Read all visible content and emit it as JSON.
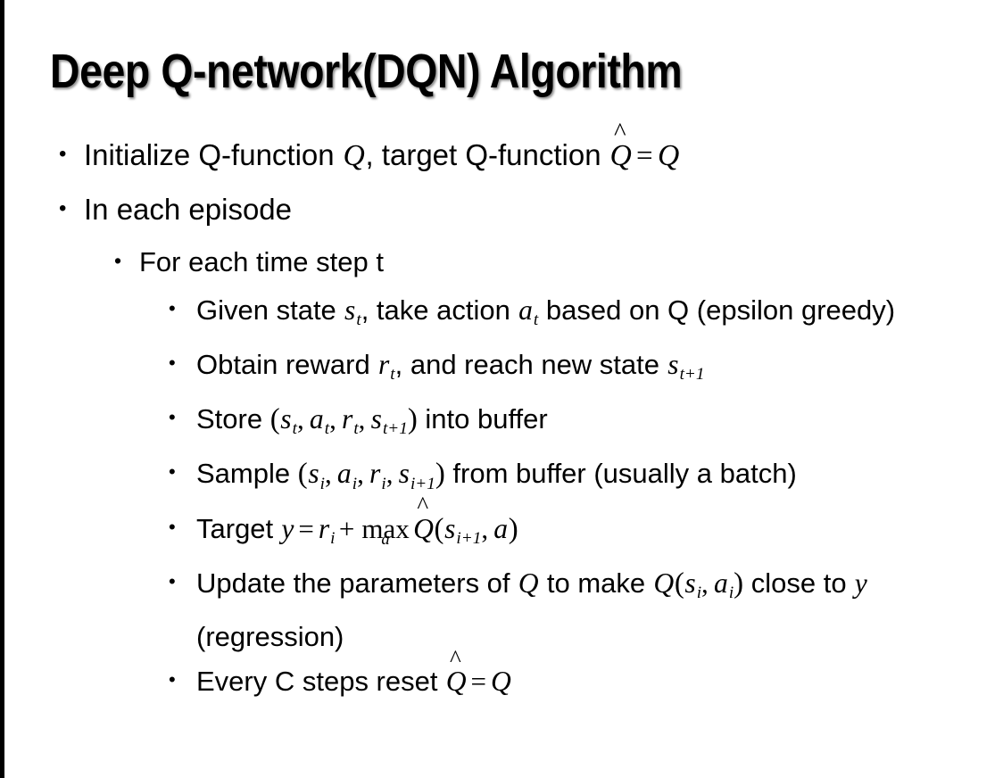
{
  "slide": {
    "title": "Deep Q-network(DQN) Algorithm",
    "bullet_glyph": "•",
    "background_color": "#ffffff",
    "text_color": "#000000",
    "edge_bar_color": "#000000"
  },
  "content": {
    "l1_initialize": {
      "text_1": "Initialize Q-function ",
      "var_Q1": "Q",
      "text_2": ", target Q-function ",
      "var_Qhat": "Q",
      "hat": "^",
      "eq": "=",
      "var_Q2": "Q",
      "full_text": "Initialize Q-function Q, target Q-function Q̂ = Q"
    },
    "l1_episode": {
      "text": "In each episode"
    },
    "l2_timestep": {
      "text": "For each time step t"
    },
    "l3_given": {
      "text_1": "Given state ",
      "var_s": "s",
      "sub_s": "t",
      "text_2": ", take action ",
      "var_a": "a",
      "sub_a": "t",
      "text_3": " based on Q (epsilon greedy)",
      "full_text": "Given state sₜ, take action aₜ based on Q (epsilon greedy)"
    },
    "l3_obtain": {
      "text_1": "Obtain reward ",
      "var_r": "r",
      "sub_r": "t",
      "text_2": ", and reach new state ",
      "var_s": "s",
      "sub_s": "t+1",
      "full_text": "Obtain reward rₜ, and reach new state sₜ₊₁"
    },
    "l3_store": {
      "text_1": "Store ",
      "open": "(",
      "v1": "s",
      "v1sub": "t",
      "v2": "a",
      "v2sub": "t",
      "v3": "r",
      "v3sub": "t",
      "v4": "s",
      "v4sub": "t+1",
      "close": ")",
      "text_2": " into buffer",
      "comma": ",",
      "full_text": "Store (sₜ, aₜ, rₜ, sₜ₊₁) into buffer"
    },
    "l3_sample": {
      "text_1": "Sample ",
      "open": "(",
      "v1": "s",
      "v1sub": "i",
      "v2": "a",
      "v2sub": "i",
      "v3": "r",
      "v3sub": "i",
      "v4": "s",
      "v4sub": "i+1",
      "close": ")",
      "text_2": " from buffer (usually a batch)",
      "comma": ",",
      "full_text": "Sample (sᵢ, aᵢ, rᵢ, sᵢ₊₁) from buffer (usually a batch)"
    },
    "l3_target": {
      "text_1": "Target ",
      "var_y": "y",
      "eq": "=",
      "var_r": "r",
      "sub_r": "i",
      "plus": "+",
      "max_op": "max",
      "max_under": "a",
      "var_Qhat": "Q",
      "hat": "^",
      "open": "(",
      "var_s": "s",
      "sub_s": "i+1",
      "comma": ",",
      "var_a": "a",
      "close": ")",
      "full_text": "Target y = rᵢ + maxₐ Q̂(sᵢ₊₁, a)"
    },
    "l3_update": {
      "text_1": "Update the parameters of ",
      "var_Q1": "Q",
      "text_2": " to make ",
      "var_Q2": "Q",
      "open": "(",
      "v1": "s",
      "v1sub": "i",
      "comma": ",",
      "v2": "a",
      "v2sub": "i",
      "close": ")",
      "text_3": " close to ",
      "var_y": "y",
      "text_4": " (regression)",
      "full_text": "Update the parameters of Q to make Q(sᵢ, aᵢ) close to y (regression)"
    },
    "l3_reset": {
      "text_1": "Every C steps reset ",
      "var_Qhat": "Q",
      "hat": "^",
      "eq": "=",
      "var_Q": "Q",
      "full_text": "Every C steps reset Q̂ = Q"
    }
  }
}
